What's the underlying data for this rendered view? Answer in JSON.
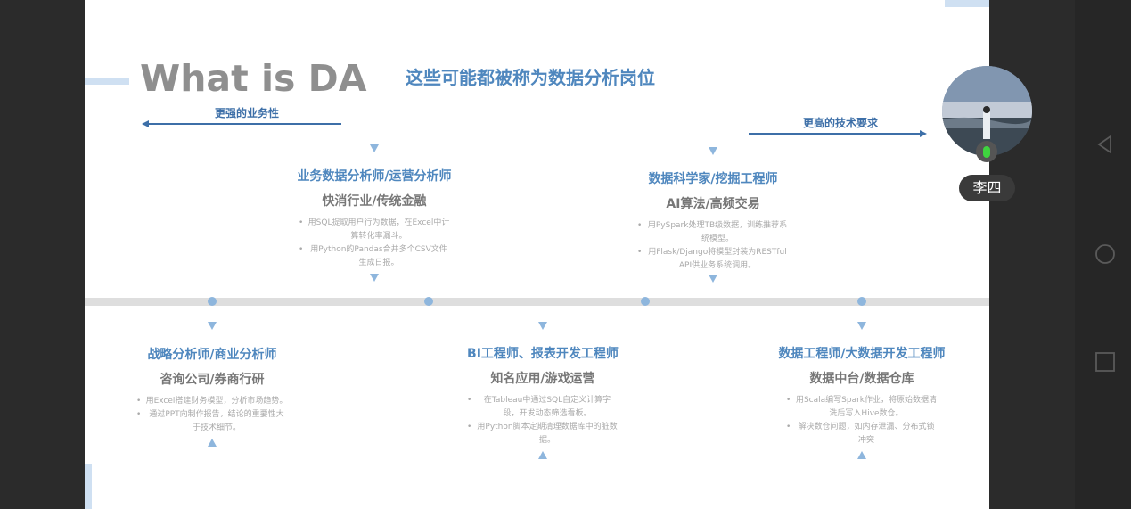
{
  "slide": {
    "title_en": "What is DA",
    "title_cn": "这些可能都被称为数据分析岗位",
    "left_arrow_label": "更强的业务性",
    "right_arrow_label": "更高的技术要求",
    "top_cards": [
      {
        "role": "业务数据分析师/运营分析师",
        "industry": "快消行业/传统金融",
        "bullets": [
          "用SQL提取用户行为数据，在Excel中计算转化率漏斗。",
          "用Python的Pandas合并多个CSV文件生成日报。"
        ]
      },
      {
        "role": "数据科学家/挖掘工程师",
        "industry": "AI算法/高频交易",
        "bullets": [
          "用PySpark处理TB级数据，训练推荐系统模型。",
          "用Flask/Django将模型封装为RESTful API供业务系统调用。"
        ]
      }
    ],
    "bottom_cards": [
      {
        "role": "战略分析师/商业分析师",
        "industry": "咨询公司/券商行研",
        "bullets": [
          "用Excel搭建财务模型，分析市场趋势。",
          "通过PPT向制作报告，结论的重要性大于技术细节。"
        ]
      },
      {
        "role": "BI工程师、报表开发工程师",
        "industry": "知名应用/游戏运营",
        "bullets": [
          "在Tableau中通过SQL自定义计算字段，开发动态筛选看板。",
          "用Python脚本定期清理数据库中的脏数据。"
        ]
      },
      {
        "role": "数据工程师/大数据开发工程师",
        "industry": "数据中台/数据仓库",
        "bullets": [
          "用Scala编写Spark作业，将原始数据清洗后写入Hive数仓。",
          "解决数仓问题，如内存泄漏、分布式锁冲突"
        ]
      }
    ]
  },
  "participant": {
    "name": "李四"
  },
  "nav": {
    "back_icon": "back-triangle-icon",
    "home_icon": "home-circle-icon",
    "recents_icon": "recents-square-icon"
  },
  "colors": {
    "accent": "#4f87be",
    "timeline": "#dedede",
    "dot": "#8eb6dd"
  }
}
